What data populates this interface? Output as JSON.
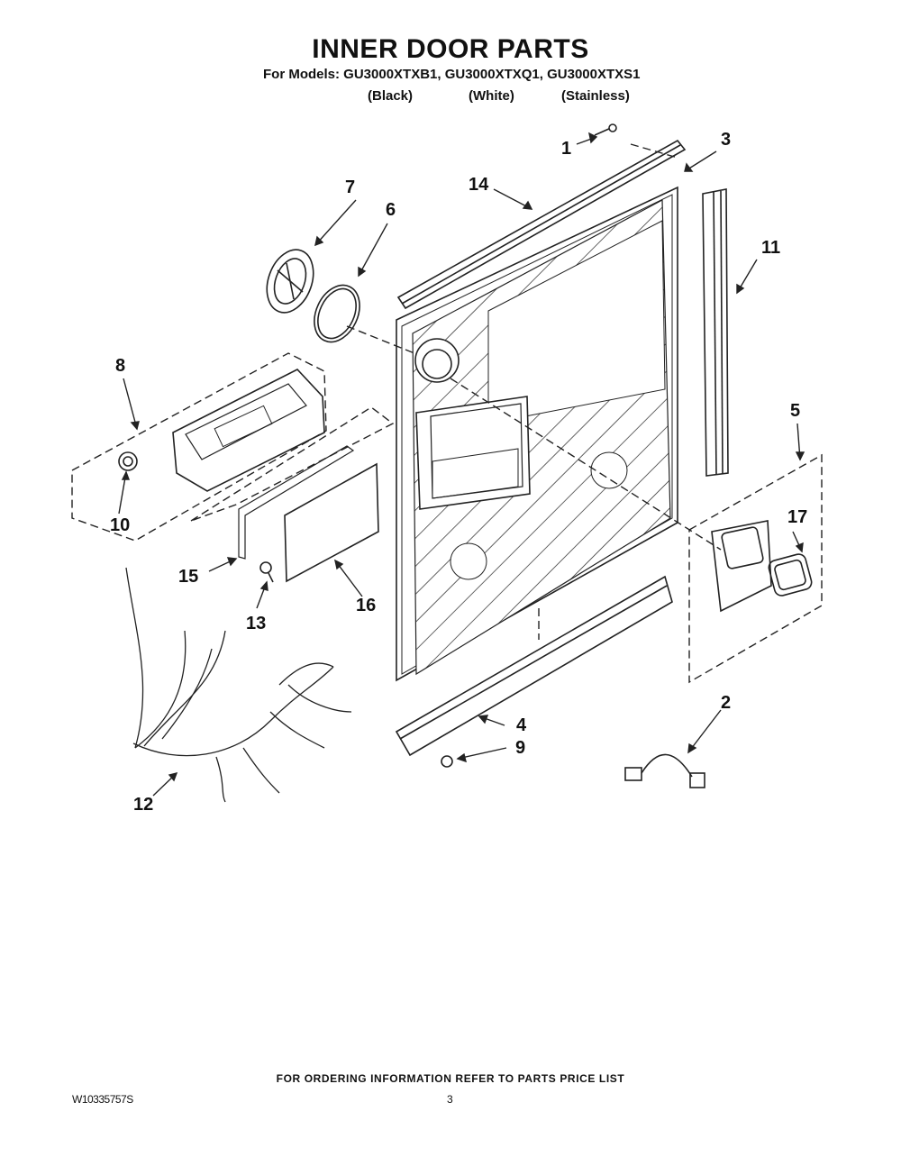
{
  "title": "INNER DOOR PARTS",
  "models_line": "For Models: GU3000XTXB1, GU3000XTXQ1, GU3000XTXS1",
  "finishes": [
    "(Black)",
    "(White)",
    "(Stainless)"
  ],
  "callouts": [
    "1",
    "2",
    "3",
    "4",
    "5",
    "6",
    "7",
    "8",
    "9",
    "10",
    "11",
    "12",
    "13",
    "14",
    "15",
    "16",
    "17"
  ],
  "footer": "FOR ORDERING INFORMATION REFER TO PARTS PRICE LIST",
  "document_number": "W10335757S",
  "page_number": "3"
}
